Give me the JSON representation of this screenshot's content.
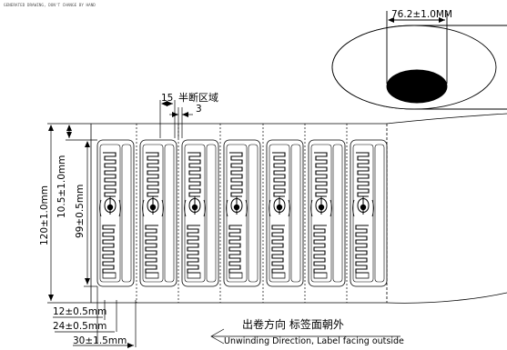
{
  "header_note": "GENERATED DRAWING, DON'T CHANGE BY HAND",
  "dimensions": {
    "core_diameter": "76.2±1.0MM",
    "half_cut_width": "15",
    "half_cut_label": "半断区域",
    "half_cut_gap": "3",
    "total_width": "120±1.0mm",
    "label_width": "10.5±1.0mm",
    "antenna_length": "99±0.5mm",
    "offset_12": "12±0.5mm",
    "offset_24": "24±0.5mm",
    "pitch": "30±1.5mm"
  },
  "direction": {
    "chinese": "出卷方向 标签面朝外",
    "english": "Unwinding Direction, Label facing outside"
  },
  "label_count": 7
}
